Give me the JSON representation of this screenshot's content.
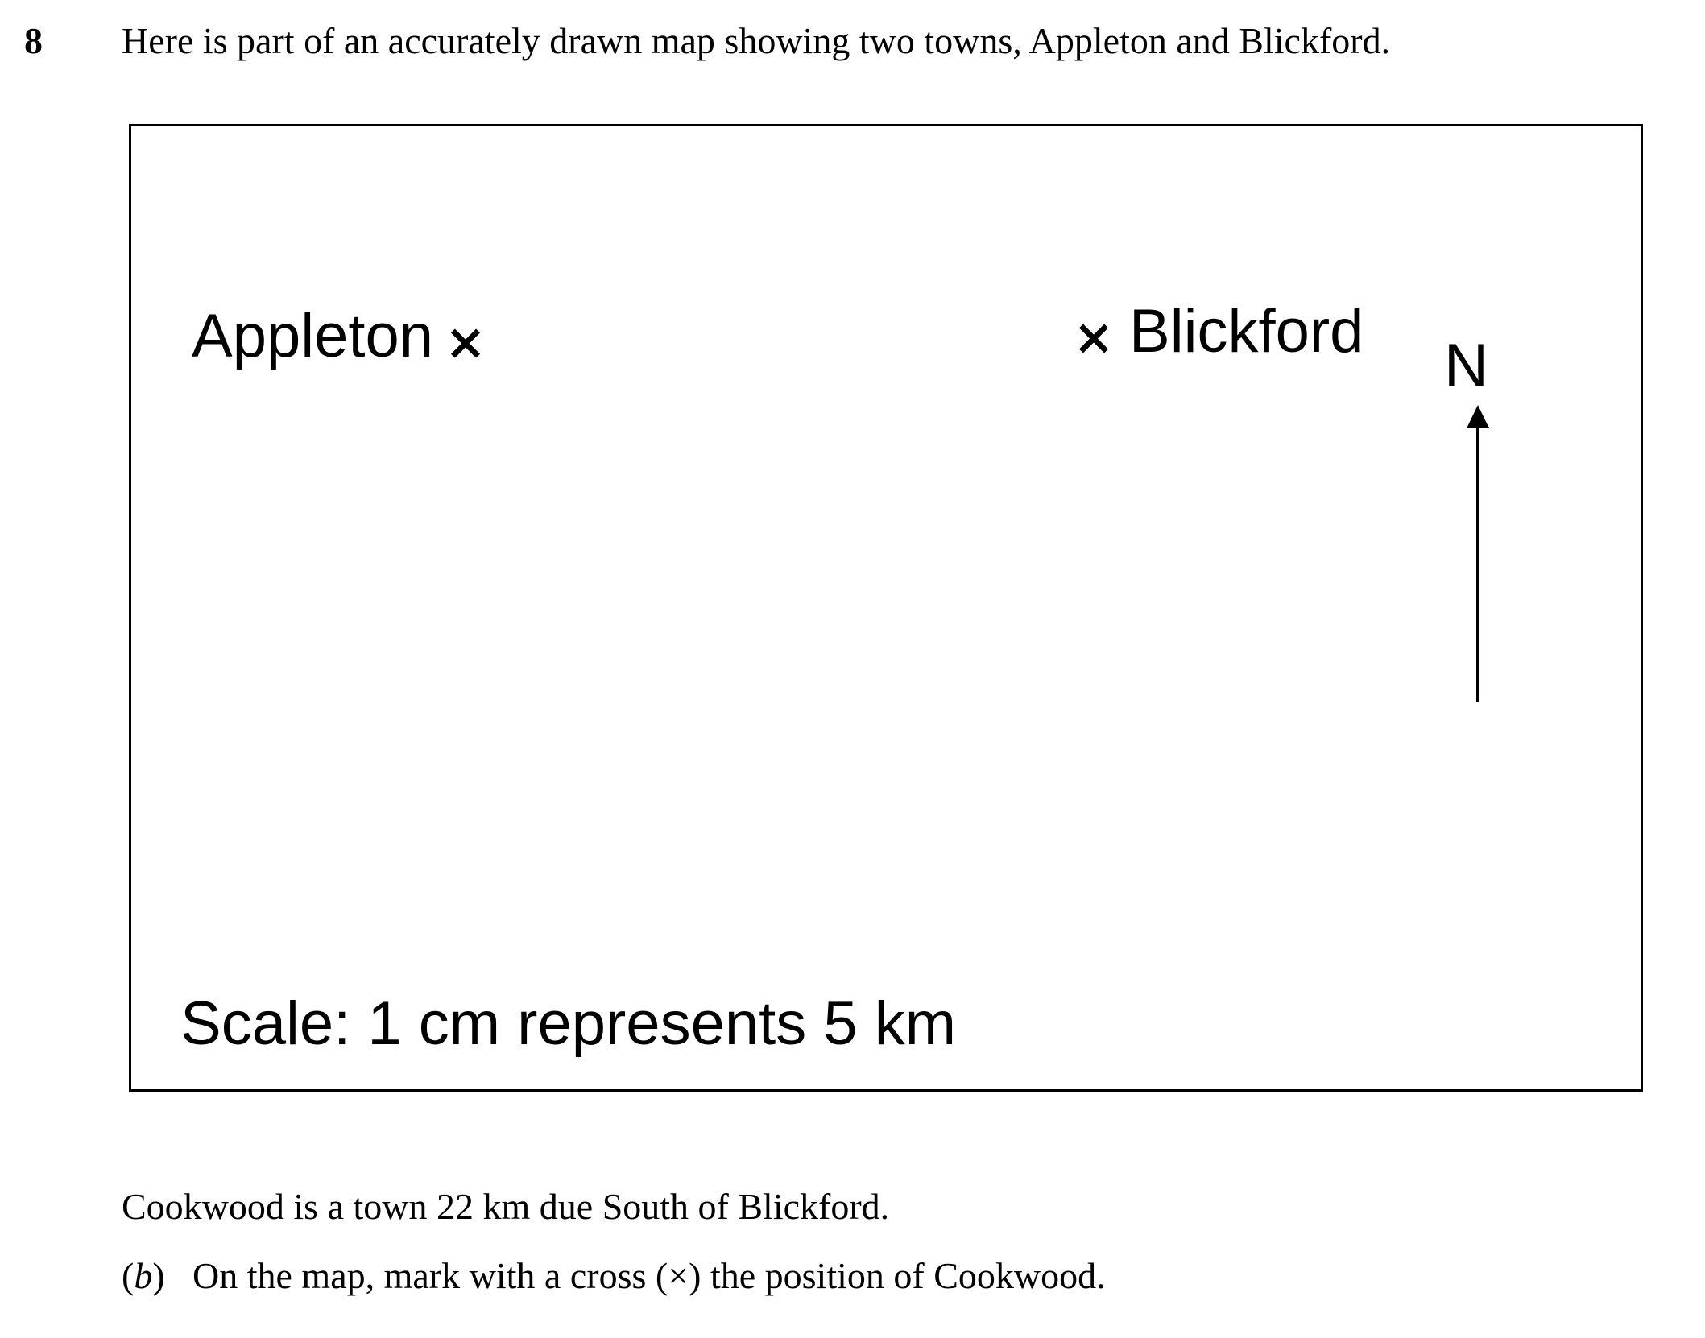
{
  "question": {
    "number": "8",
    "intro": "Here is part of an accurately drawn map showing two towns, Appleton and Blickford."
  },
  "map": {
    "towns": {
      "appleton": "Appleton",
      "blickford": "Blickford"
    },
    "north_label": "N",
    "scale": "Scale: 1 cm represents 5 km"
  },
  "body": {
    "statement": "Cookwood is a town 22 km due South of Blickford.",
    "part_label_open": "(",
    "part_label_letter": "b",
    "part_label_close": ")",
    "instruction": "On the map, mark with a cross (×) the position of Cookwood."
  }
}
